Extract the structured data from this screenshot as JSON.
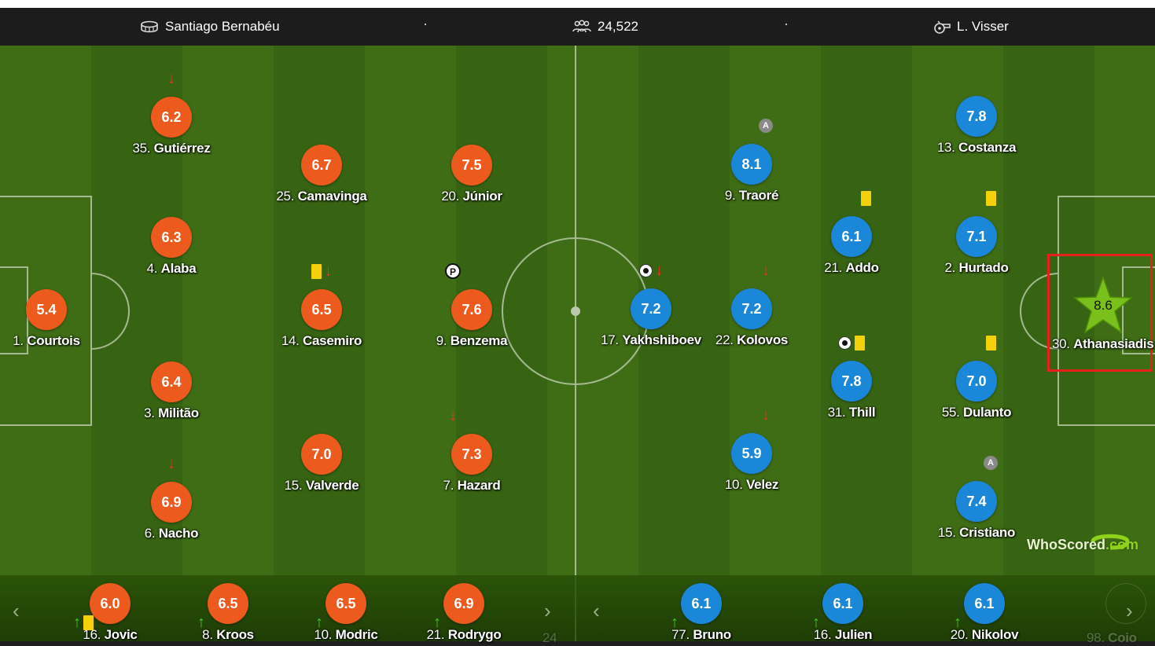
{
  "match_info": {
    "venue": "Santiago Bernabéu",
    "attendance": "24,522",
    "referee": "L. Visser",
    "separator": "·"
  },
  "home_players": [
    {
      "id": "h1",
      "number": "1.",
      "name": "Courtois",
      "rating": "5.4"
    },
    {
      "id": "h35",
      "number": "35.",
      "name": "Gutiérrez",
      "rating": "6.2",
      "events": [
        "sub-off"
      ]
    },
    {
      "id": "h4",
      "number": "4.",
      "name": "Alaba",
      "rating": "6.3"
    },
    {
      "id": "h3",
      "number": "3.",
      "name": "Militão",
      "rating": "6.4"
    },
    {
      "id": "h6",
      "number": "6.",
      "name": "Nacho",
      "rating": "6.9",
      "events": [
        "sub-off"
      ]
    },
    {
      "id": "h25",
      "number": "25.",
      "name": "Camavinga",
      "rating": "6.7"
    },
    {
      "id": "h14",
      "number": "14.",
      "name": "Casemiro",
      "rating": "6.5",
      "events": [
        "yellow-card",
        "sub-off"
      ]
    },
    {
      "id": "h15",
      "number": "15.",
      "name": "Valverde",
      "rating": "7.0"
    },
    {
      "id": "h20",
      "number": "20.",
      "name": "Júnior",
      "rating": "7.5"
    },
    {
      "id": "h9",
      "number": "9.",
      "name": "Benzema",
      "rating": "7.6",
      "events": [
        "penalty-missed"
      ]
    },
    {
      "id": "h7",
      "number": "7.",
      "name": "Hazard",
      "rating": "7.3",
      "events": [
        "sub-off"
      ]
    }
  ],
  "away_players": [
    {
      "id": "a17",
      "number": "17.",
      "name": "Yakhshiboev",
      "rating": "7.2",
      "events": [
        "goal",
        "sub-off"
      ]
    },
    {
      "id": "a9",
      "number": "9.",
      "name": "Traoré",
      "rating": "8.1",
      "events": [
        "assist"
      ]
    },
    {
      "id": "a22",
      "number": "22.",
      "name": "Kolovos",
      "rating": "7.2",
      "events": [
        "sub-off"
      ]
    },
    {
      "id": "a10",
      "number": "10.",
      "name": "Velez",
      "rating": "5.9",
      "events": [
        "sub-off"
      ]
    },
    {
      "id": "a21",
      "number": "21.",
      "name": "Addo",
      "rating": "6.1",
      "events": [
        "yellow-card"
      ]
    },
    {
      "id": "a31",
      "number": "31.",
      "name": "Thill",
      "rating": "7.8",
      "events": [
        "goal",
        "yellow-card"
      ]
    },
    {
      "id": "a13",
      "number": "13.",
      "name": "Costanza",
      "rating": "7.8"
    },
    {
      "id": "a2",
      "number": "2.",
      "name": "Hurtado",
      "rating": "7.1",
      "events": [
        "yellow-card"
      ]
    },
    {
      "id": "a55",
      "number": "55.",
      "name": "Dulanto",
      "rating": "7.0",
      "events": [
        "yellow-card"
      ]
    },
    {
      "id": "a15",
      "number": "15.",
      "name": "Cristiano",
      "rating": "7.4",
      "events": [
        "assist"
      ]
    },
    {
      "id": "a30",
      "number": "30.",
      "name": "Athanasiadis",
      "rating": "8.6",
      "man_of_the_match": true
    }
  ],
  "badges": {
    "assist": "A",
    "penalty": "P"
  },
  "watermark": {
    "part1": "WhoScored",
    "part2": ".com"
  },
  "home_subs": [
    {
      "number": "16.",
      "name": "Jovic",
      "rating": "6.0",
      "events": [
        "sub-on",
        "yellow-card"
      ]
    },
    {
      "number": "8.",
      "name": "Kroos",
      "rating": "6.5",
      "events": [
        "sub-on"
      ]
    },
    {
      "number": "10.",
      "name": "Modric",
      "rating": "6.5",
      "events": [
        "sub-on"
      ]
    },
    {
      "number": "21.",
      "name": "Rodrygo",
      "rating": "6.9",
      "events": [
        "sub-on"
      ]
    },
    {
      "number": "24",
      "name": "",
      "rating": ""
    }
  ],
  "away_subs": [
    {
      "number": "77.",
      "name": "Bruno",
      "rating": "6.1",
      "events": [
        "sub-on"
      ]
    },
    {
      "number": "16.",
      "name": "Julien",
      "rating": "6.1",
      "events": [
        "sub-on"
      ]
    },
    {
      "number": "20.",
      "name": "Nikolov",
      "rating": "6.1",
      "events": [
        "sub-on"
      ]
    },
    {
      "number": "98.",
      "name": "Coio",
      "rating": ""
    }
  ],
  "nav": {
    "prev": "‹",
    "next": "›"
  },
  "colors": {
    "home": "#ed5a1d",
    "away": "#1a87d8",
    "mvp_star": "#7ac01b",
    "highlight_box": "#e8201c",
    "pitch_light": "#3f6d16",
    "pitch_dark": "#376413"
  }
}
